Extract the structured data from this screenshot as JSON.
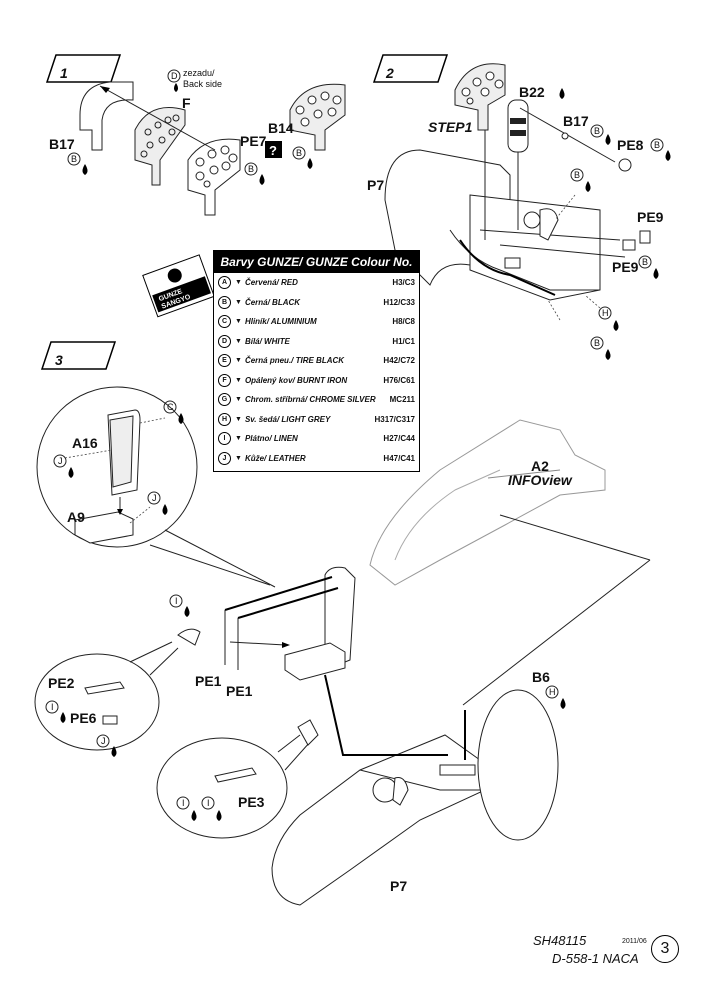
{
  "steps": [
    "1",
    "2",
    "3"
  ],
  "step1": {
    "note_line1": "zezadu/",
    "note_line2": "Back side",
    "labels": [
      "D",
      "F",
      "B17",
      "B",
      "PE7",
      "B14",
      "B"
    ]
  },
  "step2": {
    "labels": [
      "B22",
      "B",
      "B17",
      "B",
      "PE8",
      "B",
      "STEP1",
      "P7",
      "B",
      "PE9",
      "PE9",
      "B",
      "H",
      "B"
    ]
  },
  "step3": {
    "labels": [
      "C",
      "A16",
      "J",
      "J",
      "A9",
      "I",
      "PE1",
      "PE1",
      "PE2",
      "I",
      "PE6",
      "J",
      "I",
      "I",
      "PE3",
      "A2",
      "INFOview",
      "B6",
      "H",
      "P7"
    ]
  },
  "brand": {
    "line1": "GUNZE",
    "line2": "SANGYO"
  },
  "legend": {
    "title": "Barvy GUNZE/ GUNZE Colour No.",
    "rows": [
      {
        "letter": "A",
        "name": "Červená/ RED",
        "code": "H3/C3"
      },
      {
        "letter": "B",
        "name": "Černá/ BLACK",
        "code": "H12/C33"
      },
      {
        "letter": "C",
        "name": "Hliník/ ALUMINIUM",
        "code": "H8/C8"
      },
      {
        "letter": "D",
        "name": "Bílá/ WHITE",
        "code": "H1/C1"
      },
      {
        "letter": "E",
        "name": "Černá pneu./ TIRE BLACK",
        "code": "H42/C72"
      },
      {
        "letter": "F",
        "name": "Opálený kov/ BURNT IRON",
        "code": "H76/C61"
      },
      {
        "letter": "G",
        "name": "Chrom. stříbrná/ CHROME SILVER",
        "code": "MC211"
      },
      {
        "letter": "H",
        "name": "Sv. šedá/ LIGHT GREY",
        "code": "H317/C317"
      },
      {
        "letter": "I",
        "name": "Plátno/ LINEN",
        "code": "H27/C44"
      },
      {
        "letter": "J",
        "name": "Kůže/ LEATHER",
        "code": "H47/C41"
      }
    ]
  },
  "footer": {
    "code": "SH48115",
    "date": "2011/06",
    "name": "D-558-1 NACA",
    "page": "3"
  }
}
